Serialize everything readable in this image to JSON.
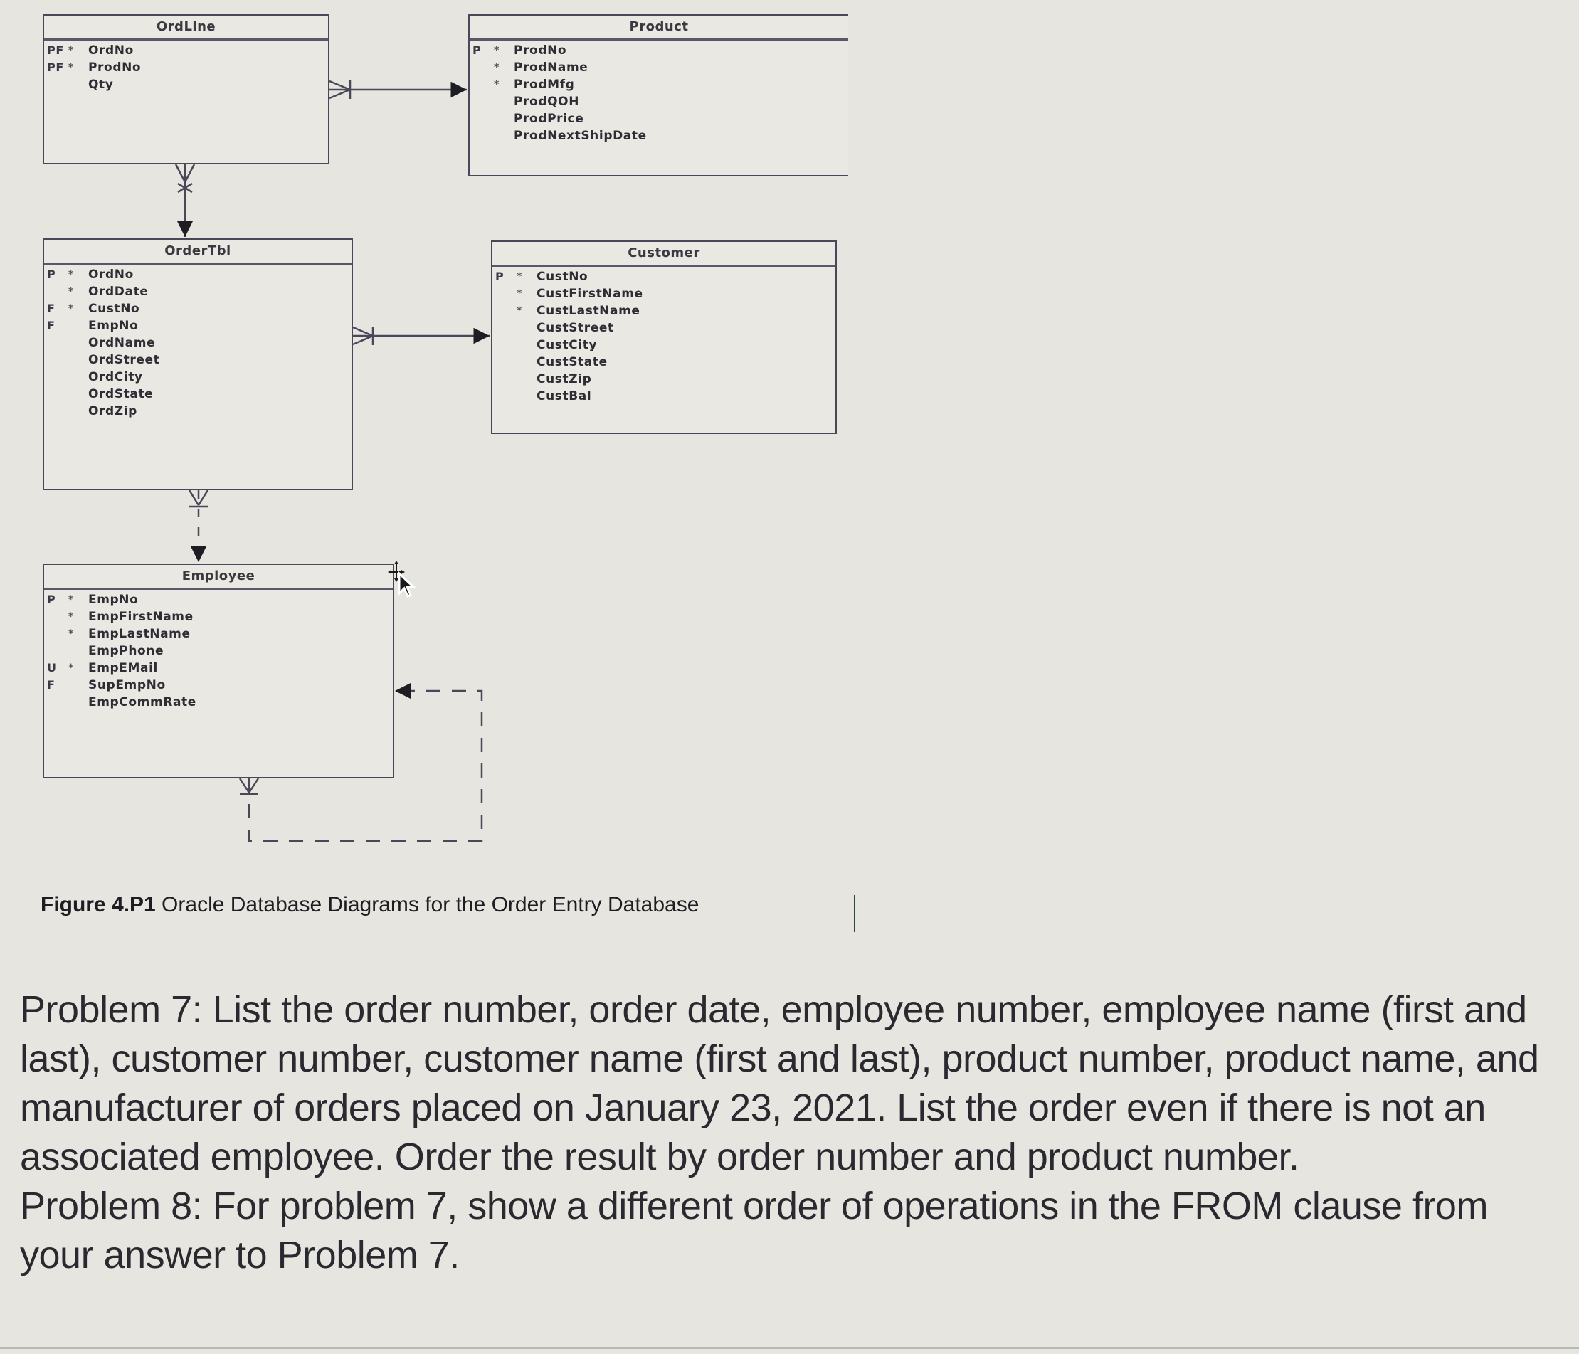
{
  "diagram": {
    "entities": {
      "ordline": {
        "title": "OrdLine",
        "attributes": [
          {
            "key": "PF",
            "req": "*",
            "name": "OrdNo"
          },
          {
            "key": "PF",
            "req": "*",
            "name": "ProdNo"
          },
          {
            "key": "",
            "req": "",
            "name": "Qty"
          }
        ]
      },
      "product": {
        "title": "Product",
        "attributes": [
          {
            "key": "P",
            "req": "*",
            "name": "ProdNo"
          },
          {
            "key": "",
            "req": "*",
            "name": "ProdName"
          },
          {
            "key": "",
            "req": "*",
            "name": "ProdMfg"
          },
          {
            "key": "",
            "req": "",
            "name": "ProdQOH"
          },
          {
            "key": "",
            "req": "",
            "name": "ProdPrice"
          },
          {
            "key": "",
            "req": "",
            "name": "ProdNextShipDate"
          }
        ]
      },
      "ordertbl": {
        "title": "OrderTbl",
        "attributes": [
          {
            "key": "P",
            "req": "*",
            "name": "OrdNo"
          },
          {
            "key": "",
            "req": "*",
            "name": "OrdDate"
          },
          {
            "key": "F",
            "req": "*",
            "name": "CustNo"
          },
          {
            "key": "F",
            "req": "",
            "name": "EmpNo"
          },
          {
            "key": "",
            "req": "",
            "name": "OrdName"
          },
          {
            "key": "",
            "req": "",
            "name": "OrdStreet"
          },
          {
            "key": "",
            "req": "",
            "name": "OrdCity"
          },
          {
            "key": "",
            "req": "",
            "name": "OrdState"
          },
          {
            "key": "",
            "req": "",
            "name": "OrdZip"
          }
        ]
      },
      "customer": {
        "title": "Customer",
        "attributes": [
          {
            "key": "P",
            "req": "*",
            "name": "CustNo"
          },
          {
            "key": "",
            "req": "*",
            "name": "CustFirstName"
          },
          {
            "key": "",
            "req": "*",
            "name": "CustLastName"
          },
          {
            "key": "",
            "req": "",
            "name": "CustStreet"
          },
          {
            "key": "",
            "req": "",
            "name": "CustCity"
          },
          {
            "key": "",
            "req": "",
            "name": "CustState"
          },
          {
            "key": "",
            "req": "",
            "name": "CustZip"
          },
          {
            "key": "",
            "req": "",
            "name": "CustBal"
          }
        ]
      },
      "employee": {
        "title": "Employee",
        "attributes": [
          {
            "key": "P",
            "req": "*",
            "name": "EmpNo"
          },
          {
            "key": "",
            "req": "*",
            "name": "EmpFirstName"
          },
          {
            "key": "",
            "req": "*",
            "name": "EmpLastName"
          },
          {
            "key": "",
            "req": "",
            "name": "EmpPhone"
          },
          {
            "key": "U",
            "req": "*",
            "name": "EmpEMail"
          },
          {
            "key": "F",
            "req": "",
            "name": "SupEmpNo"
          },
          {
            "key": "",
            "req": "",
            "name": "EmpCommRate"
          }
        ]
      }
    },
    "relationships": [
      {
        "from": "OrdLine",
        "to": "Product",
        "style": "solid",
        "many_end": "OrdLine"
      },
      {
        "from": "OrdLine",
        "to": "OrderTbl",
        "style": "solid",
        "many_end": "OrdLine"
      },
      {
        "from": "OrderTbl",
        "to": "Customer",
        "style": "solid",
        "many_end": "OrderTbl"
      },
      {
        "from": "OrderTbl",
        "to": "Employee",
        "style": "dashed",
        "many_end": "OrderTbl"
      },
      {
        "from": "Employee",
        "to": "Employee",
        "style": "dashed",
        "many_end": "Employee",
        "label": "SupEmpNo self-reference"
      }
    ],
    "colors": {
      "line": "#4a4858",
      "background": "#e6e5df"
    }
  },
  "caption": {
    "label": "Figure 4.P1",
    "text": " Oracle Database Diagrams for the Order Entry Database"
  },
  "problems": [
    {
      "text": "Problem 7: List the order number, order date, employee number, employee name (first and last), customer number, customer name (first and last), product number, product name, and manufacturer of orders placed on January 23, 2021. List the order even if there is not an associated employee. Order the result by order number and product number."
    },
    {
      "text": "Problem 8: For problem 7, show a different order of operations in the FROM clause from your answer to Problem 7."
    }
  ]
}
